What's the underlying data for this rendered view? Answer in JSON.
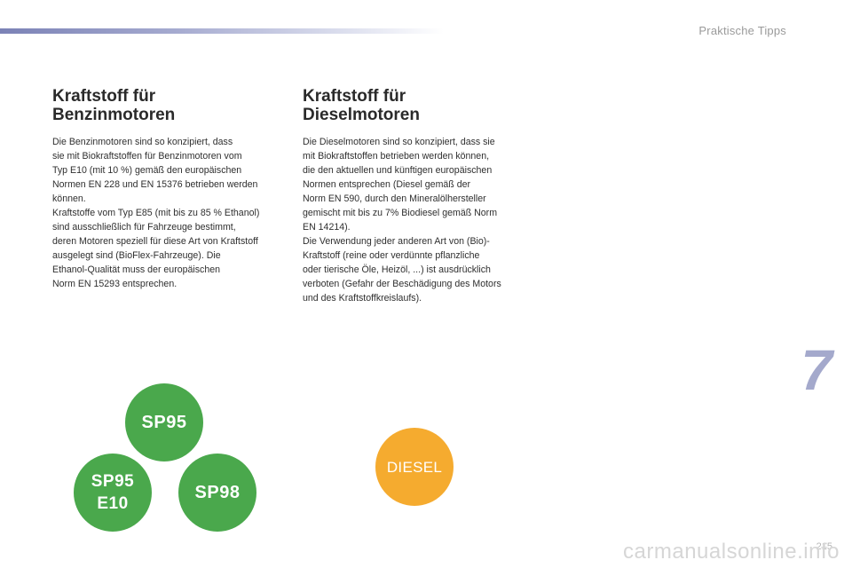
{
  "header": {
    "section_label": "Praktische Tipps"
  },
  "left_column": {
    "heading_lines": [
      "Kraftstoff für",
      "Benzinmotoren"
    ],
    "lines": [
      "Die Benzinmotoren sind so konzipiert, dass",
      "sie mit Biokraftstoffen für Benzinmotoren vom",
      "Typ E10 (mit 10 %) gemäß den europäischen",
      "Normen EN 228 und EN 15376 betrieben werden",
      "können.",
      "Kraftstoffe vom Typ E85 (mit bis zu 85 % Ethanol)",
      "sind ausschließlich für Fahrzeuge bestimmt,",
      "deren Motoren speziell für diese Art von Kraftstoff",
      "ausgelegt sind (BioFlex-Fahrzeuge). Die",
      "Ethanol-Qualität muss der europäischen",
      "Norm EN 15293 entsprechen."
    ]
  },
  "right_column": {
    "heading_lines": [
      "Kraftstoff für",
      "Dieselmotoren"
    ],
    "lines": [
      "Die Dieselmotoren sind so konzipiert, dass sie",
      "mit Biokraftstoffen betrieben werden können,",
      "die den aktuellen und künftigen europäischen",
      "Normen entsprechen (Diesel gemäß der",
      "Norm EN 590, durch den Mineralölhersteller",
      "gemischt mit bis zu 7% Biodiesel gemäß Norm",
      "EN 14214).",
      "Die Verwendung jeder anderen Art von (Bio)-",
      "Kraftstoff (reine oder verdünnte pflanzliche",
      "oder tierische Öle, Heizöl, ...) ist ausdrücklich",
      "verboten (Gefahr der Beschädigung des Motors",
      "und des Kraftstoffkreislaufs)."
    ]
  },
  "fuel_labels": {
    "sp95": "SP95",
    "sp95e10_line1": "SP95",
    "sp95e10_line2": "E10",
    "sp98": "SP98",
    "diesel": "DIESEL"
  },
  "chapter_number": "7",
  "page_number": "215",
  "watermark": "carmanualsonline.info",
  "colors": {
    "green": "#4aa84c",
    "orange": "#f5ab2f",
    "chapter_accent": "#a4a9cc"
  }
}
